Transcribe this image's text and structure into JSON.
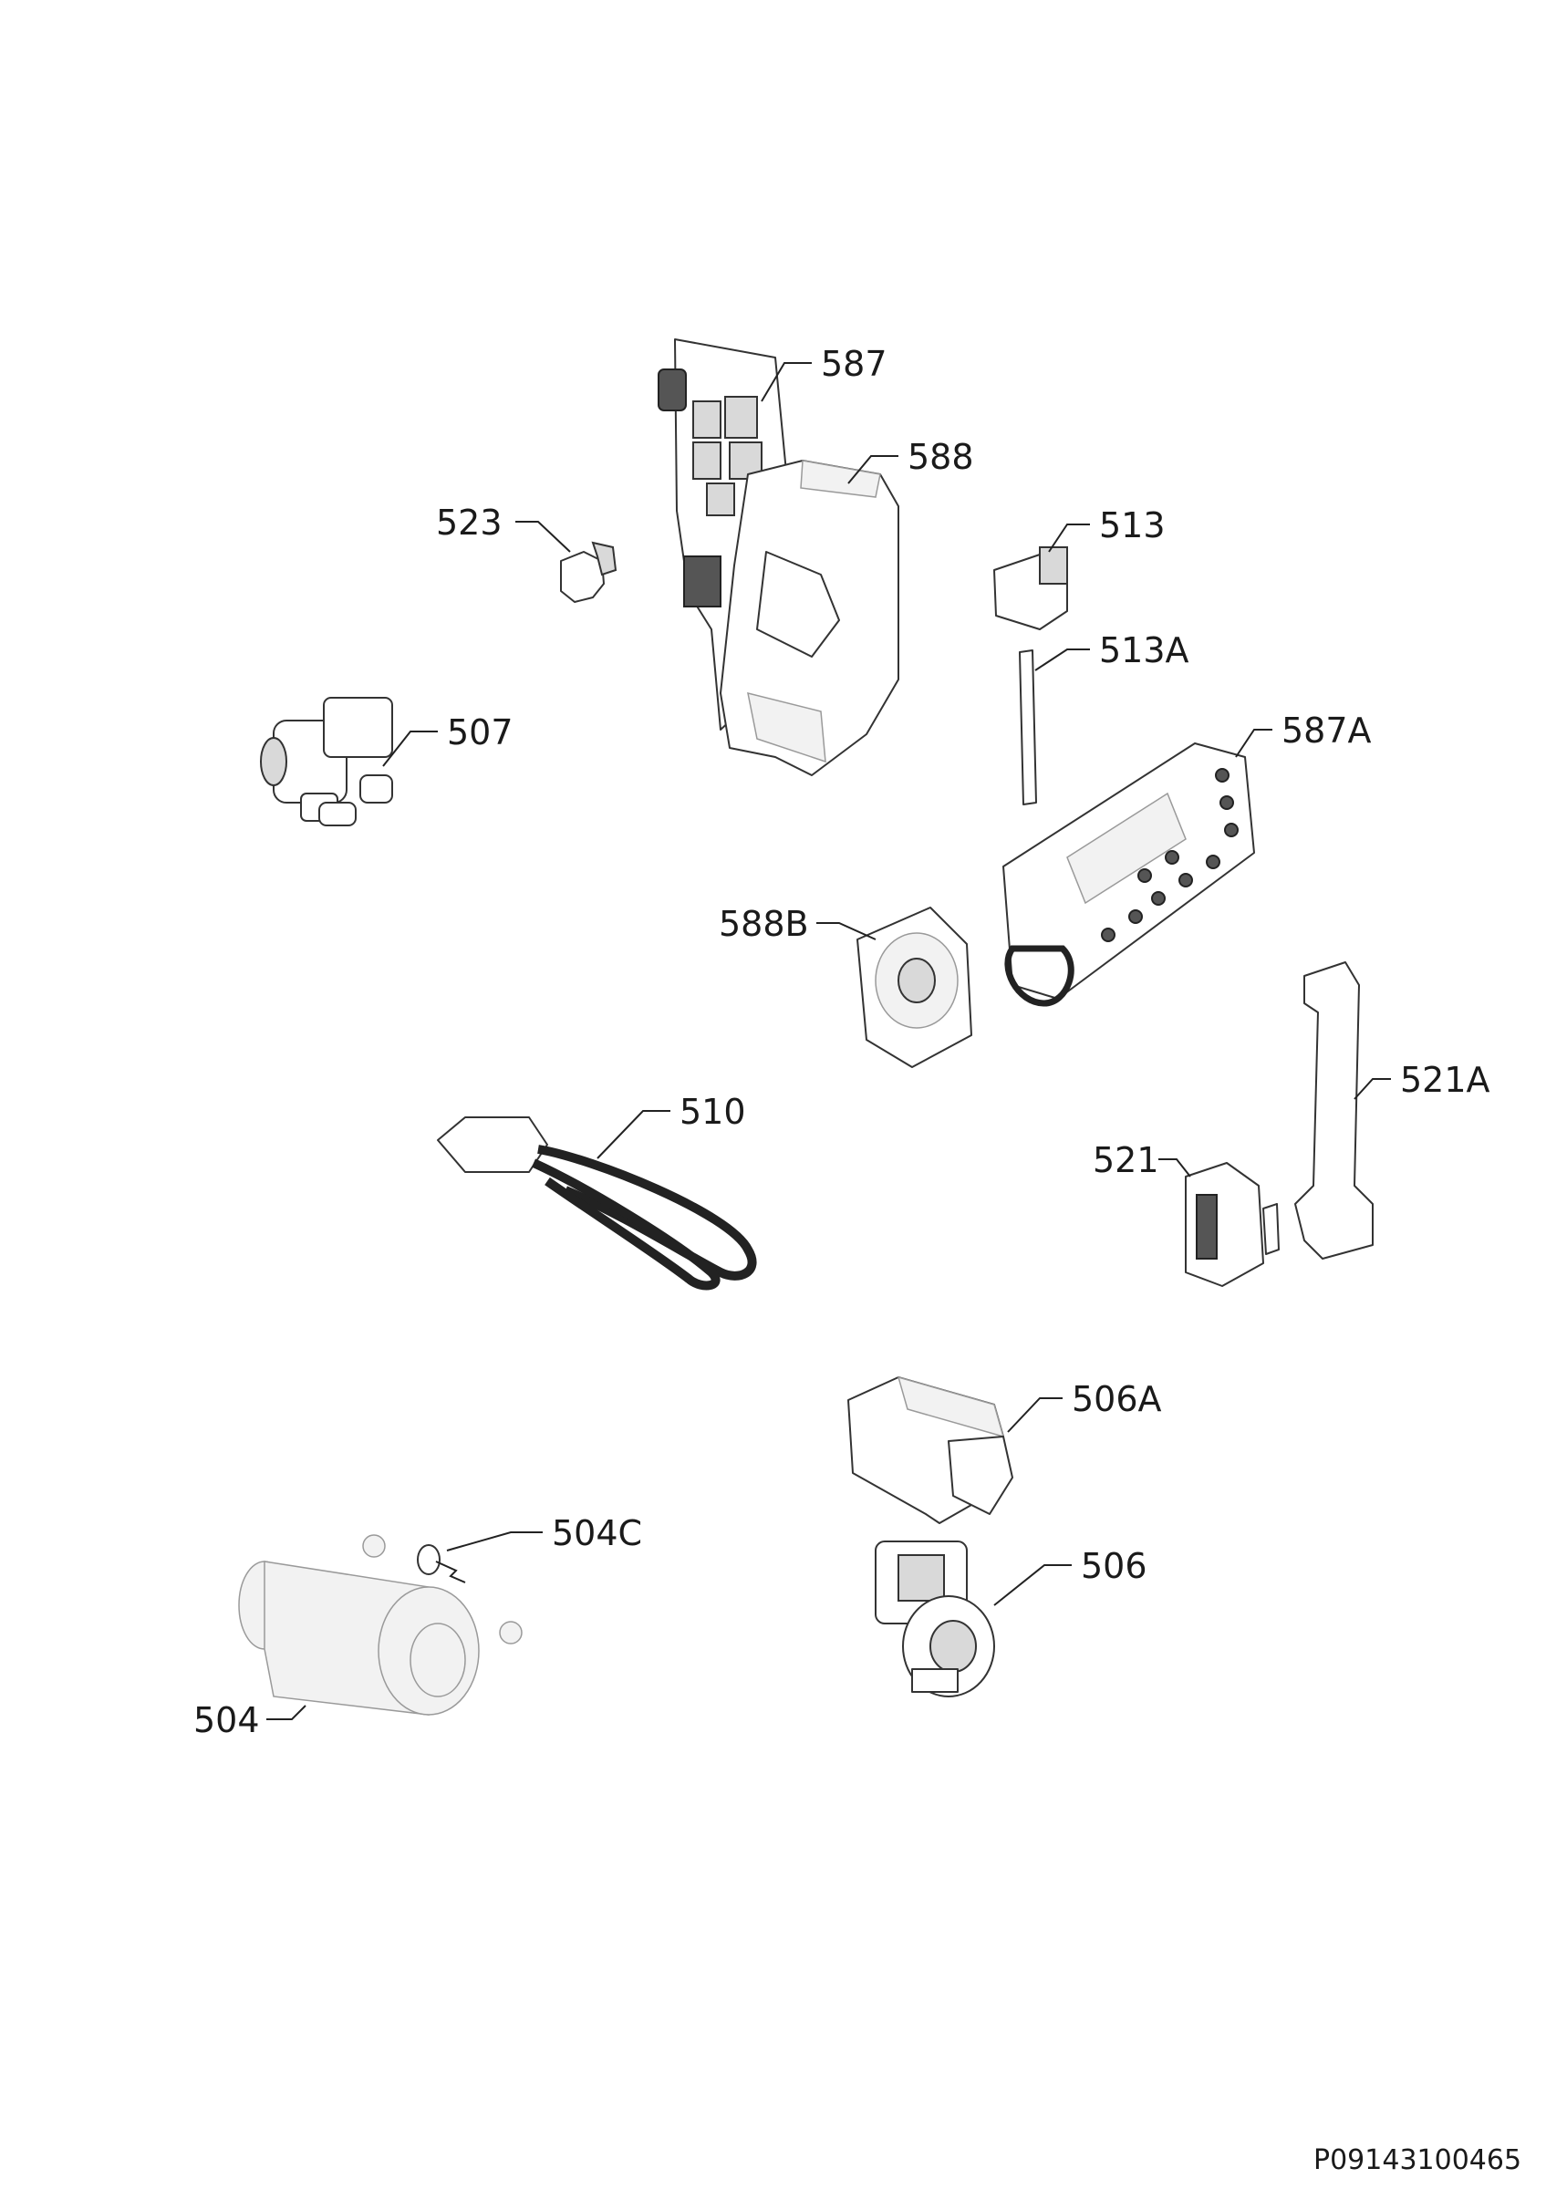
{
  "part_numbers": {
    "p587": "587",
    "p588": "588",
    "p523": "523",
    "p513": "513",
    "p513a": "513A",
    "p507": "507",
    "p587a": "587A",
    "p588b": "588B",
    "p510": "510",
    "p521a": "521A",
    "p521": "521",
    "p506a": "506A",
    "p504c": "504C",
    "p506": "506",
    "p504": "504"
  },
  "diagram_code": "P09143100465"
}
